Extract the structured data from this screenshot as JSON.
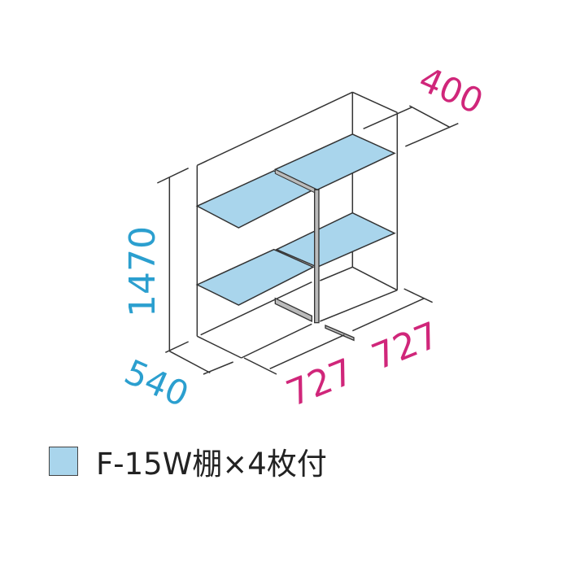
{
  "dimensions": {
    "height": "1470",
    "depth_left": "540",
    "width_1": "727",
    "width_2": "727",
    "depth_right": "400"
  },
  "legend": {
    "label": "F-15W棚×4枚付"
  },
  "colors": {
    "shelf": "#a9d5ec",
    "depth_labels": "#2b9fcf",
    "width_labels": "#d0267a",
    "lines": "#333333"
  }
}
